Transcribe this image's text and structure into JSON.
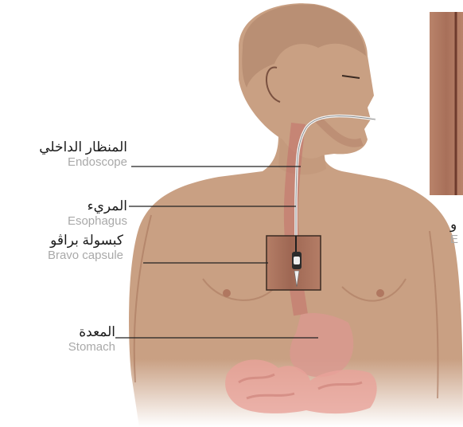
{
  "labels": {
    "endoscope": {
      "ar": "المنظار الداخلي",
      "en": "Endoscope"
    },
    "esophagus": {
      "ar": "المريء",
      "en": "Esophagus"
    },
    "bravo": {
      "ar": "كبسولة براڤو",
      "en": "Bravo capsule"
    },
    "stomach": {
      "ar": "المعدة",
      "en": "Stomach"
    }
  },
  "inset_label": {
    "ar": "و",
    "en": "E"
  },
  "colors": {
    "skin": "#c9a083",
    "skin_shadow": "#b88c70",
    "esophagus": "#c26f6a",
    "stomach": "#d9998f",
    "intestine": "#e8a29a",
    "line": "#222222",
    "label_gray": "#a9a9a9"
  },
  "icons": [
    "endoscope-tube",
    "bravo-capsule"
  ]
}
